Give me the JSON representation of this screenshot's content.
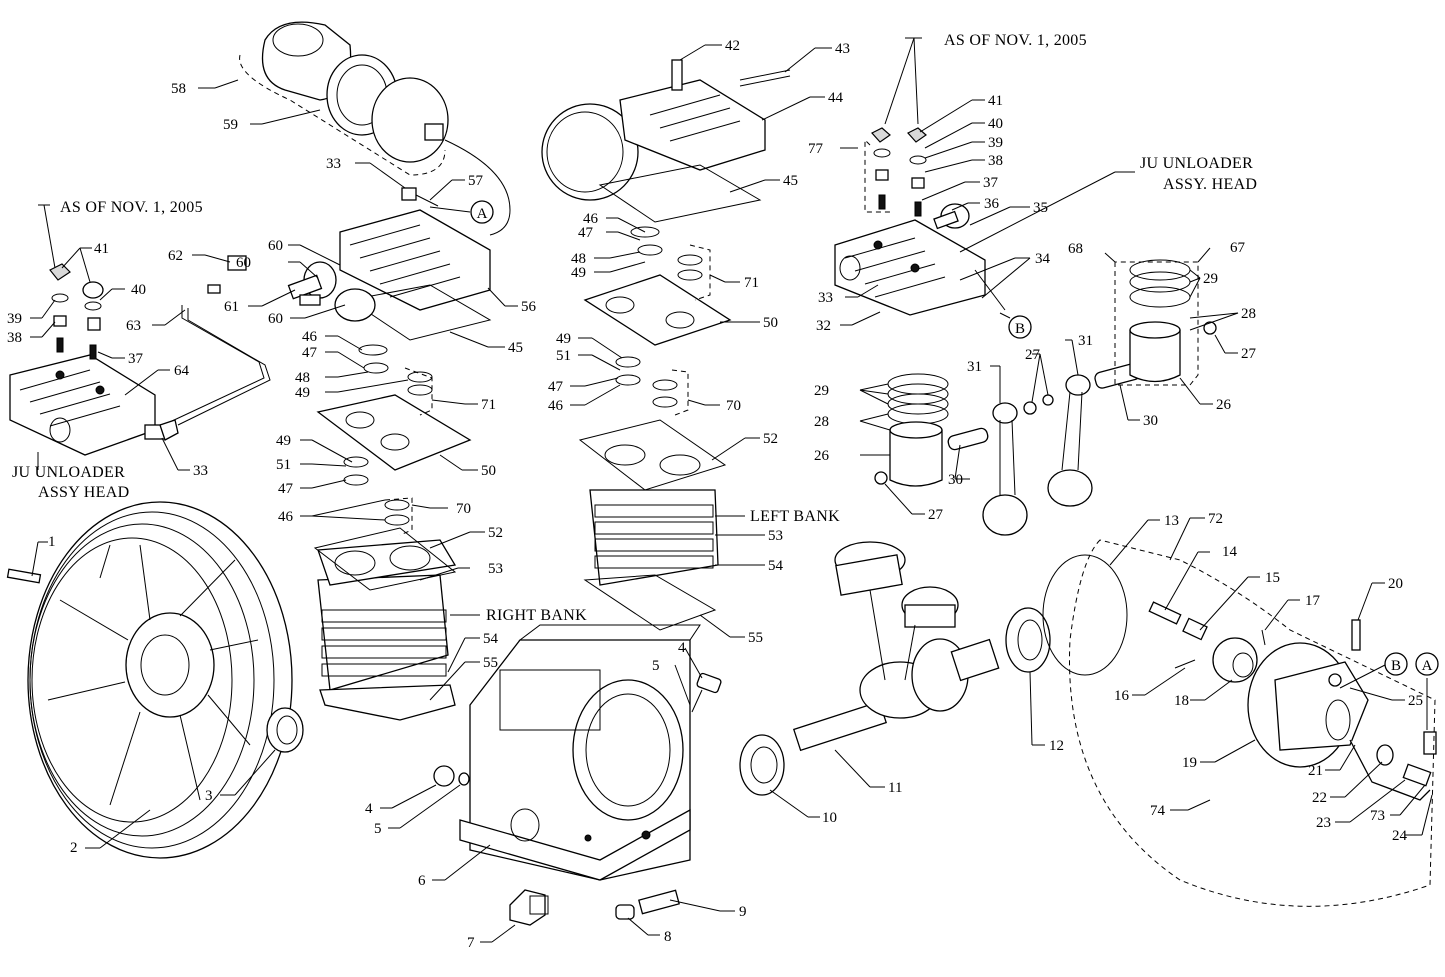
{
  "callouts": {
    "c1": "1",
    "c2": "2",
    "c3": "3",
    "c4a": "4",
    "c4b": "4",
    "c5a": "5",
    "c5b": "5",
    "c6": "6",
    "c7": "7",
    "c8": "8",
    "c9": "9",
    "c10": "10",
    "c11": "11",
    "c12": "12",
    "c13": "13",
    "c14": "14",
    "c15": "15",
    "c16": "16",
    "c17": "17",
    "c18": "18",
    "c19": "19",
    "c20": "20",
    "c21": "21",
    "c22": "22",
    "c23": "23",
    "c24": "24",
    "c25": "25",
    "c26a": "26",
    "c26b": "26",
    "c27a": "27",
    "c27b": "27",
    "c27c": "27",
    "c28a": "28",
    "c28b": "28",
    "c29a": "29",
    "c29b": "29",
    "c30a": "30",
    "c30b": "30",
    "c31a": "31",
    "c31b": "31",
    "c32": "32",
    "c33a": "33",
    "c33b": "33",
    "c33c": "33",
    "c34": "34",
    "c35": "35",
    "c36": "36",
    "c37a": "37",
    "c37b": "37",
    "c38a": "38",
    "c38b": "38",
    "c39a": "39",
    "c39b": "39",
    "c40a": "40",
    "c40b": "40",
    "c41a": "41",
    "c41b": "41",
    "c42": "42",
    "c43": "43",
    "c44": "44",
    "c45a": "45",
    "c45b": "45",
    "c46a": "46",
    "c46b": "46",
    "c46c": "46",
    "c46d": "46",
    "c47a": "47",
    "c47b": "47",
    "c47c": "47",
    "c47d": "47",
    "c48a": "48",
    "c48b": "48",
    "c49a": "49",
    "c49b": "49",
    "c49c": "49",
    "c49d": "49",
    "c50a": "50",
    "c50b": "50",
    "c51a": "51",
    "c51b": "51",
    "c52a": "52",
    "c52b": "52",
    "c53a": "53",
    "c53b": "53",
    "c54a": "54",
    "c54b": "54",
    "c55a": "55",
    "c55b": "55",
    "c56": "56",
    "c57": "57",
    "c58": "58",
    "c59": "59",
    "c60a": "60",
    "c60b": "60",
    "c60c": "60",
    "c61": "61",
    "c62": "62",
    "c63": "63",
    "c64": "64",
    "c67": "67",
    "c68": "68",
    "c70a": "70",
    "c70b": "70",
    "c71a": "71",
    "c71b": "71",
    "c72": "72",
    "c73": "73",
    "c74": "74",
    "c77": "77"
  },
  "labels": {
    "as_of_left": "AS OF NOV. 1, 2005",
    "as_of_right": "AS OF NOV. 1, 2005",
    "ju_unloader_left_1": "JU UNLOADER",
    "ju_unloader_left_2": "ASSY HEAD",
    "ju_unloader_right_1": "JU UNLOADER",
    "ju_unloader_right_2": "ASSY. HEAD",
    "left_bank": "LEFT BANK",
    "right_bank": "RIGHT BANK"
  },
  "connectors": {
    "A_top": "A",
    "A_right": "A",
    "B_top": "B",
    "B_right": "B"
  }
}
